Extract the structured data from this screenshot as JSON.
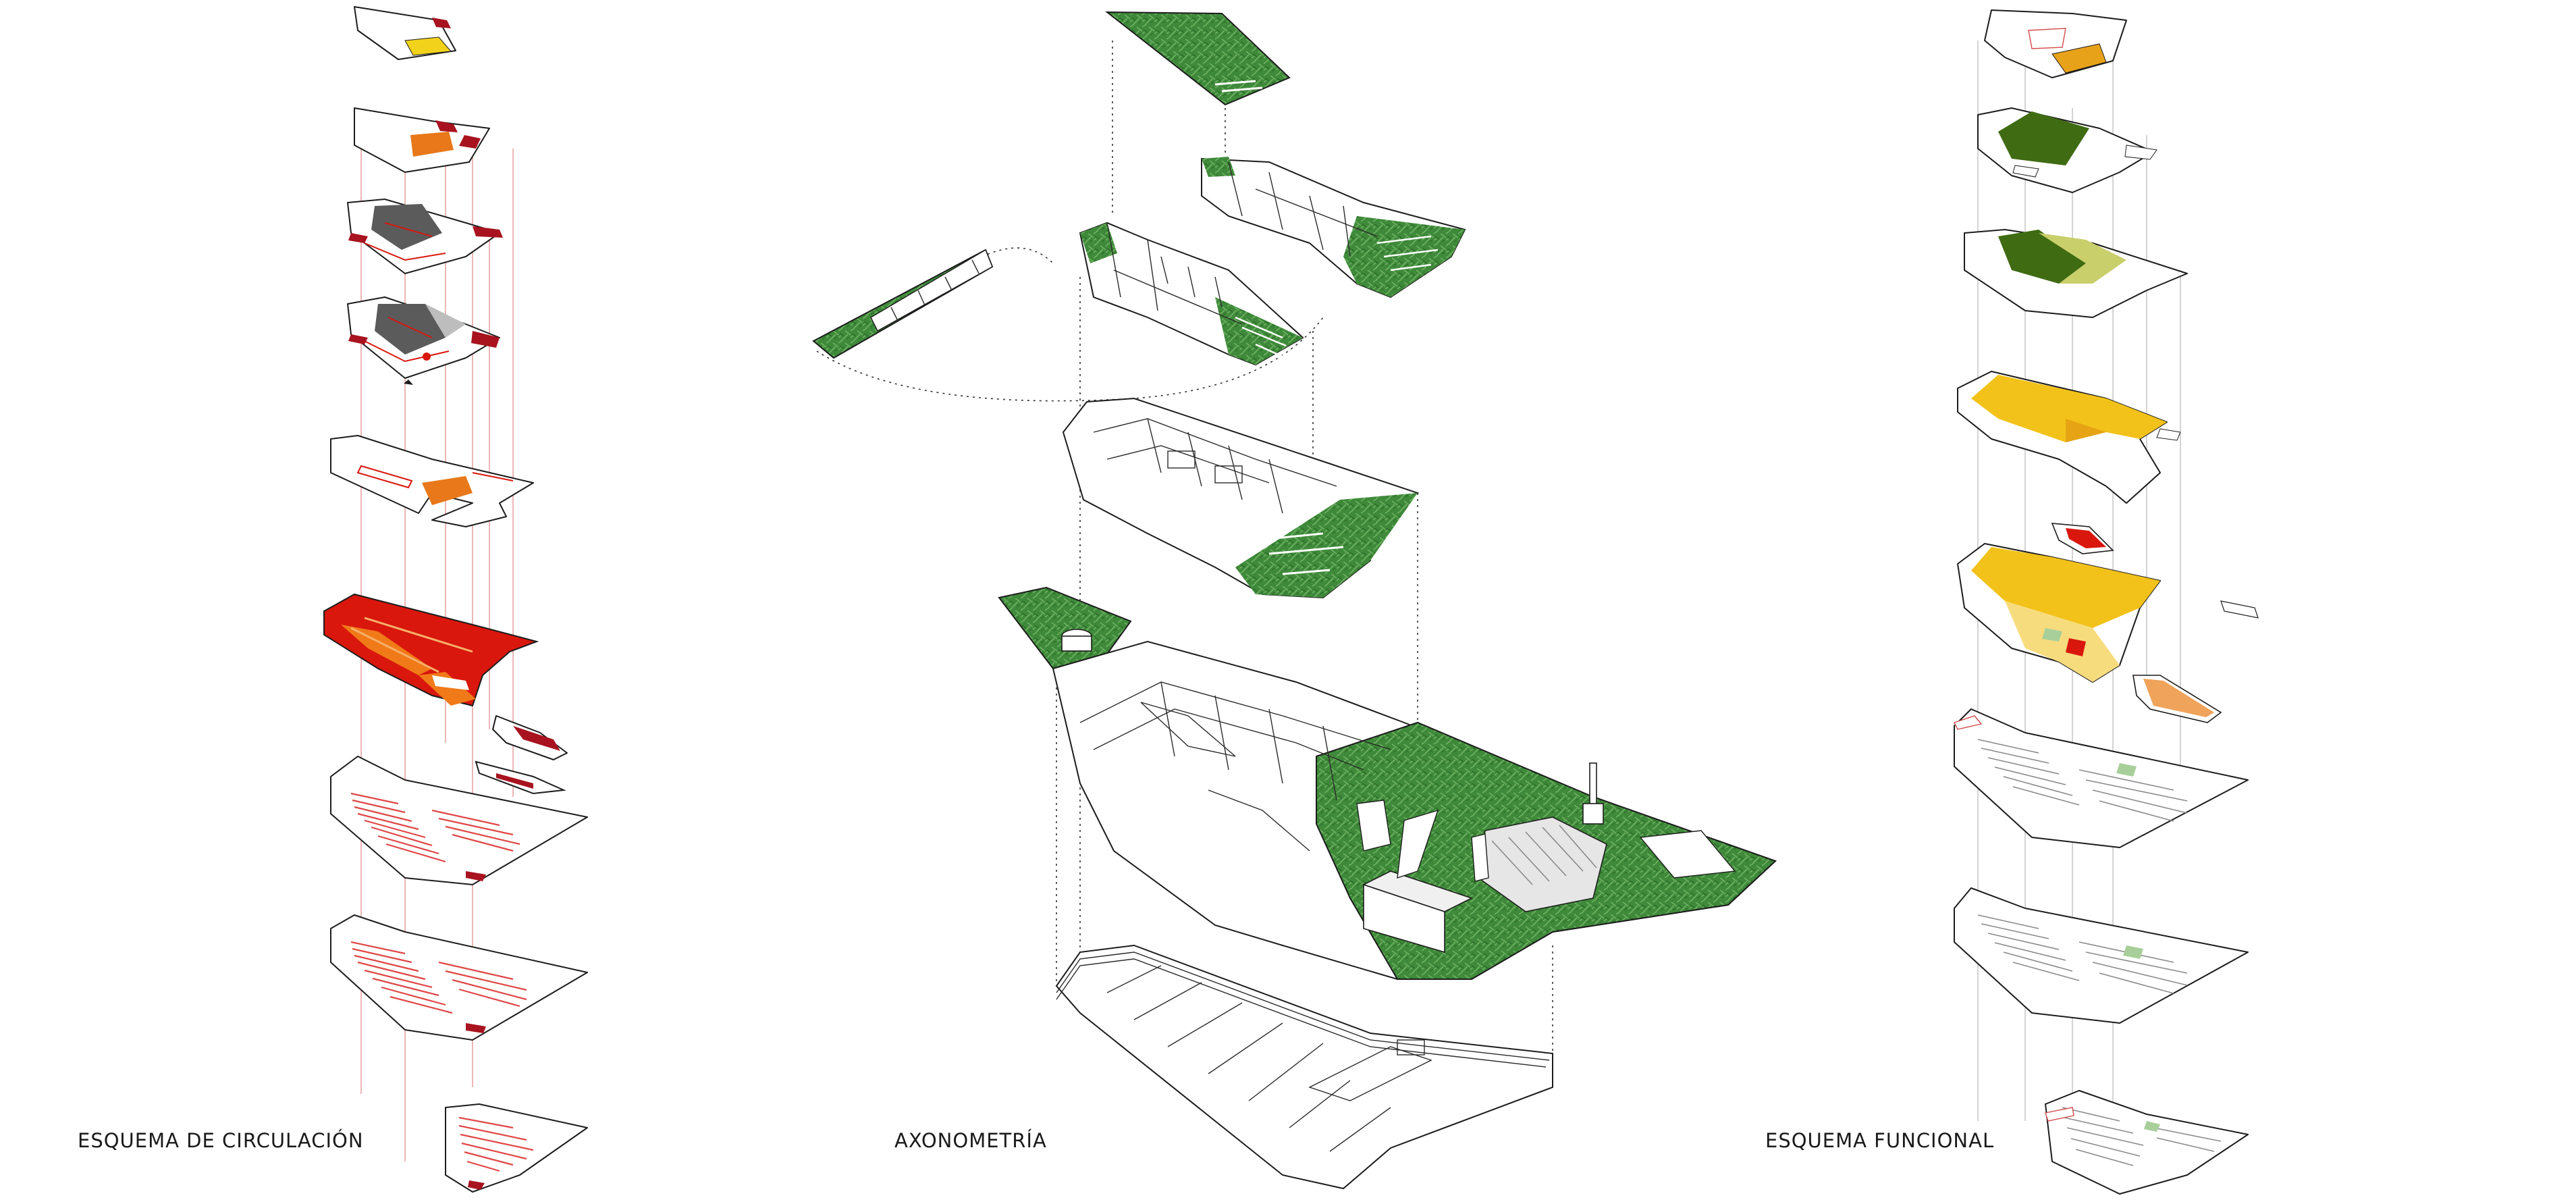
{
  "captions": {
    "circulation": "ESQUEMA DE CIRCULACIÓN",
    "axonometry": "AXONOMETRÍA",
    "functional": "ESQUEMA FUNCIONAL"
  },
  "colors": {
    "circulation_red": "#d9170d",
    "dark_red": "#a8131f",
    "orange": "#e8781a",
    "yellow": "#f2c21a",
    "light_yellow": "#f7dc7e",
    "olive_green": "#3f6b12",
    "lime": "#c9cf6a",
    "grass_green": "#3f8a3a",
    "light_green": "#a8cf9a",
    "grey_mass": "#5b5b5b",
    "line_black": "#1c1c1c"
  }
}
